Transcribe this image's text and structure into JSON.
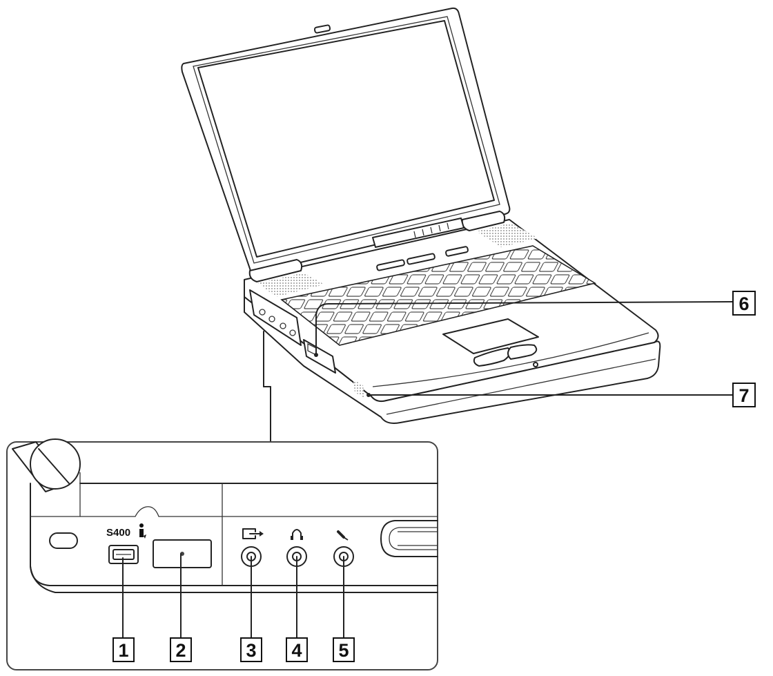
{
  "callouts": {
    "c1": "1",
    "c2": "2",
    "c3": "3",
    "c4": "4",
    "c5": "5",
    "c6": "6",
    "c7": "7"
  },
  "port_labels": {
    "ilink": "S400"
  },
  "icons": [
    "lock-slot-icon",
    "ilink-icon",
    "line-out-icon",
    "headphone-icon",
    "microphone-icon"
  ]
}
